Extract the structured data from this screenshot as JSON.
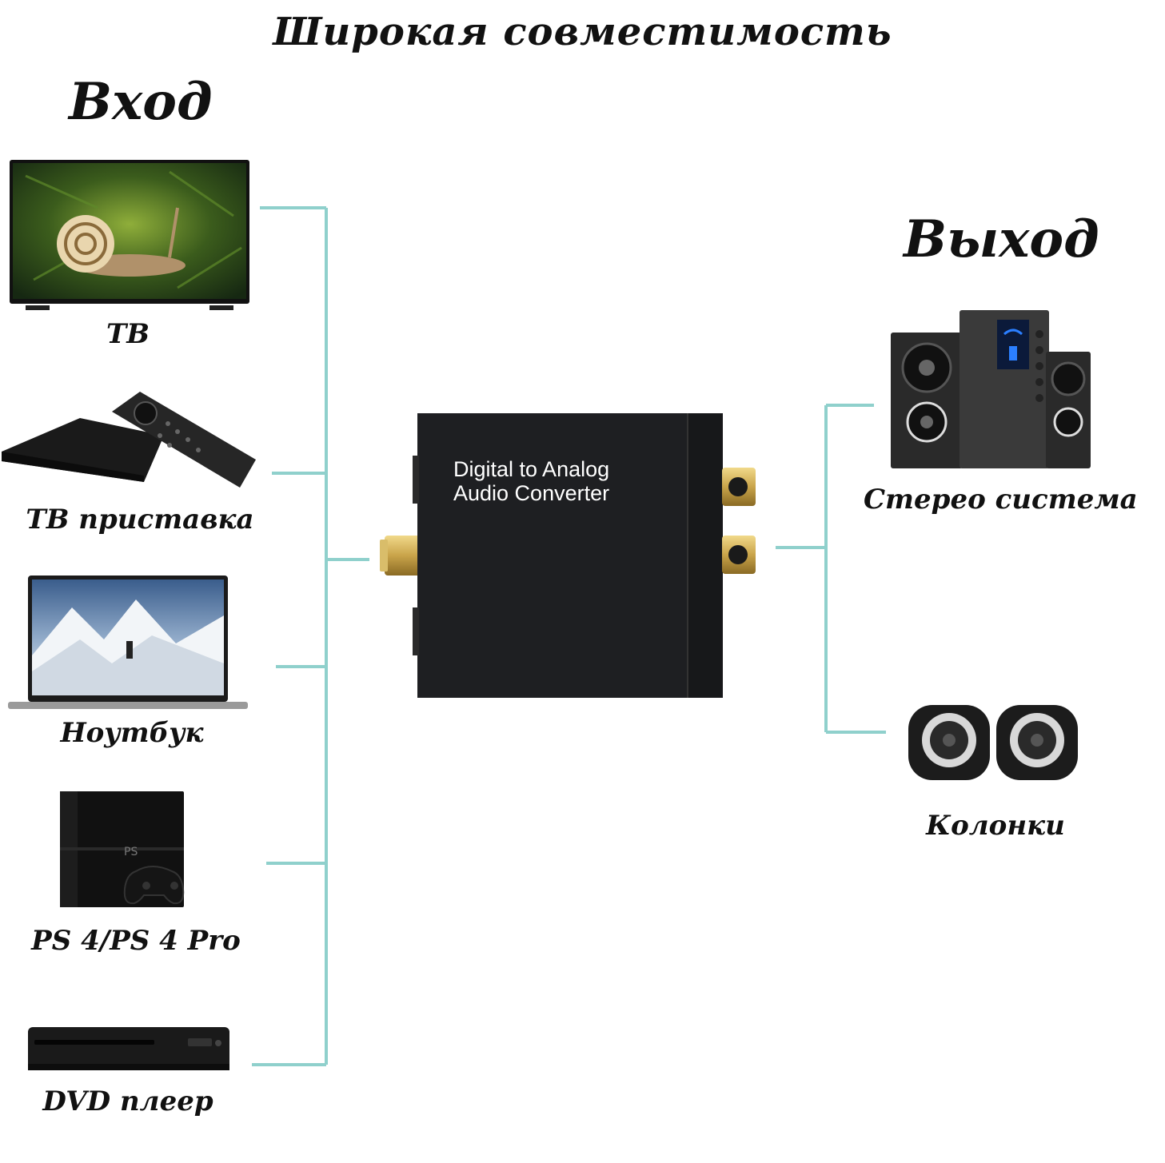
{
  "title": "Широкая совместимость",
  "input": {
    "heading": "Вход",
    "devices": [
      {
        "label": "ТВ",
        "icon": "tv-icon"
      },
      {
        "label": "ТВ приставка",
        "icon": "set-top-box-icon"
      },
      {
        "label": "Ноутбук",
        "icon": "laptop-icon"
      },
      {
        "label": "PS 4/PS 4 Pro",
        "icon": "game-console-icon"
      },
      {
        "label": "DVD плеер",
        "icon": "dvd-player-icon"
      }
    ]
  },
  "converter": {
    "line1": "Digital to Analog",
    "line2": "Audio Converter",
    "icon": "audio-converter-icon"
  },
  "output": {
    "heading": "Выход",
    "devices": [
      {
        "label": "Стерео система",
        "icon": "stereo-system-icon"
      },
      {
        "label": "Колонки",
        "icon": "speakers-icon"
      }
    ]
  },
  "colors": {
    "wire": "#8fd0cc",
    "device_body": "#1e1f22",
    "gold": "#c9a44a"
  }
}
